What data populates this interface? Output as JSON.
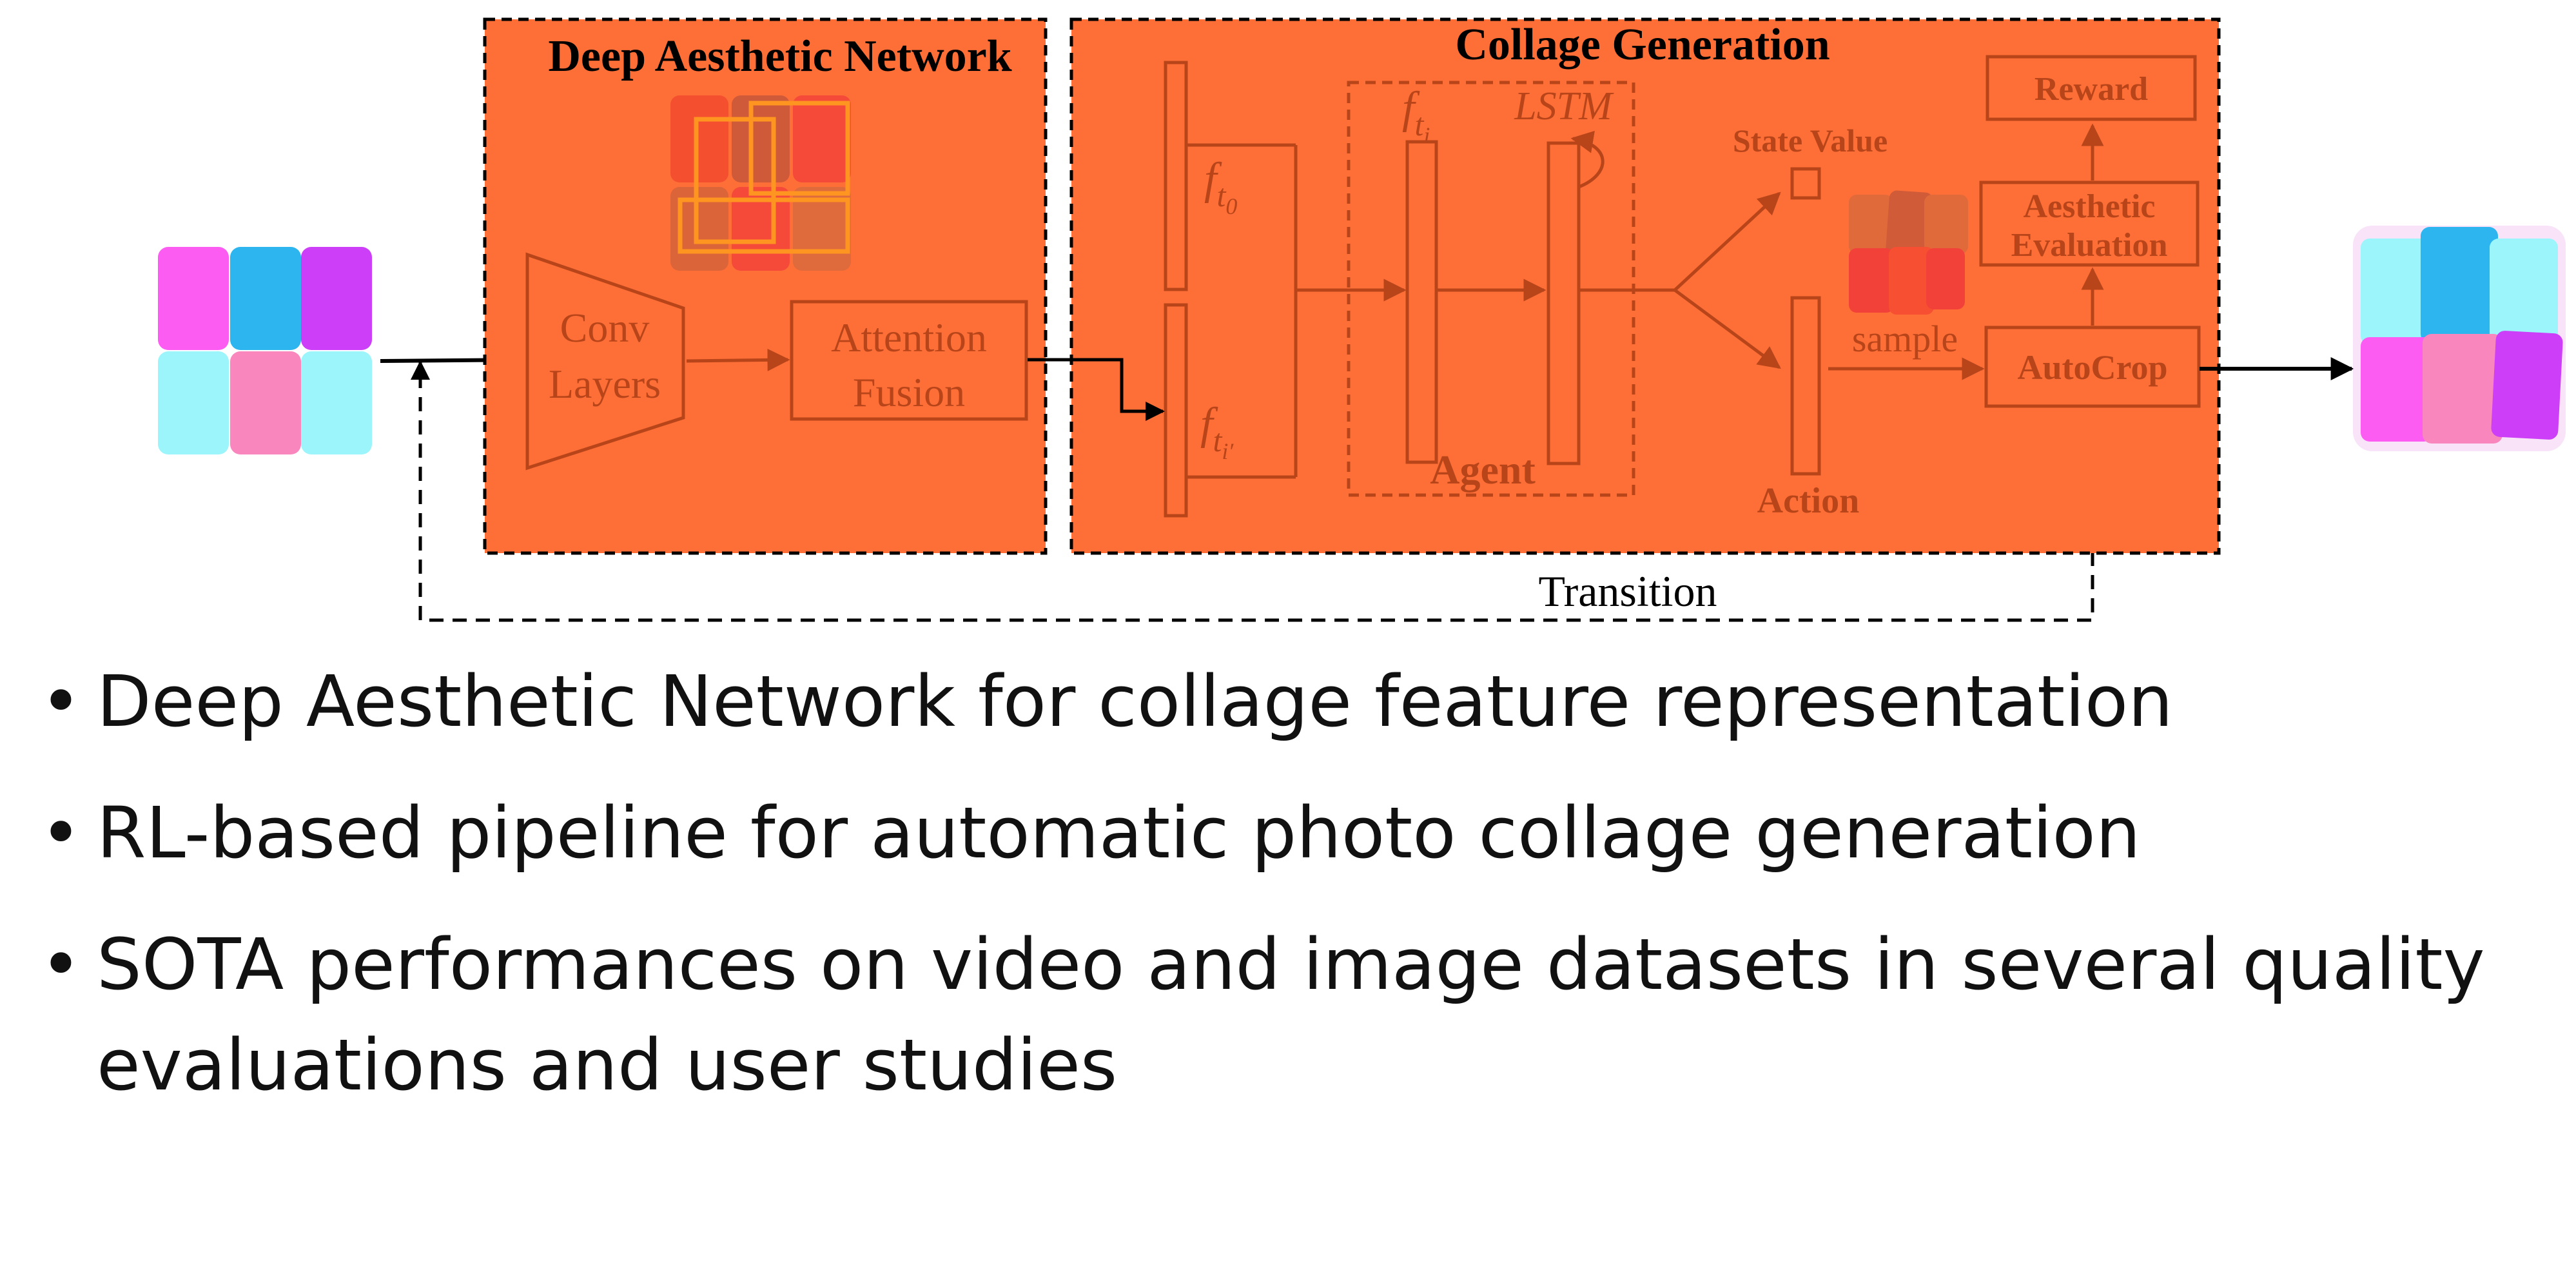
{
  "diagram": {
    "deep_aesthetic_network": {
      "title": "Deep Aesthetic Network",
      "conv_line1": "Conv",
      "conv_line2": "Layers",
      "attention_line1": "Attention",
      "attention_line2": "Fusion"
    },
    "collage_generation": {
      "title": "Collage Generation",
      "agent": "Agent",
      "lstm": "LSTM",
      "state_value": "State Value",
      "action": "Action",
      "sample": "sample",
      "reward": "Reward",
      "aesthetic_line1": "Aesthetic",
      "aesthetic_line2": "Evaluation",
      "autocrop": "AutoCrop"
    },
    "features": {
      "f": "f",
      "t": "t",
      "sub0": "0",
      "subi": "i",
      "subi_prime": "i′"
    },
    "transition": "Transition",
    "colors": {
      "panel_orange": "#fe6e37",
      "dark_orange_line": "#b8451a",
      "magenta": "#fd5cf2",
      "blue": "#2cb5ee",
      "purple": "#cc3ef7",
      "cyan": "#9cf5fa",
      "pink": "#fa86be"
    }
  },
  "bullets": [
    "Deep Aesthetic Network for collage feature representation",
    "RL-based pipeline for automatic photo collage generation",
    "SOTA performances on video and image datasets in several quality evaluations and user studies"
  ]
}
